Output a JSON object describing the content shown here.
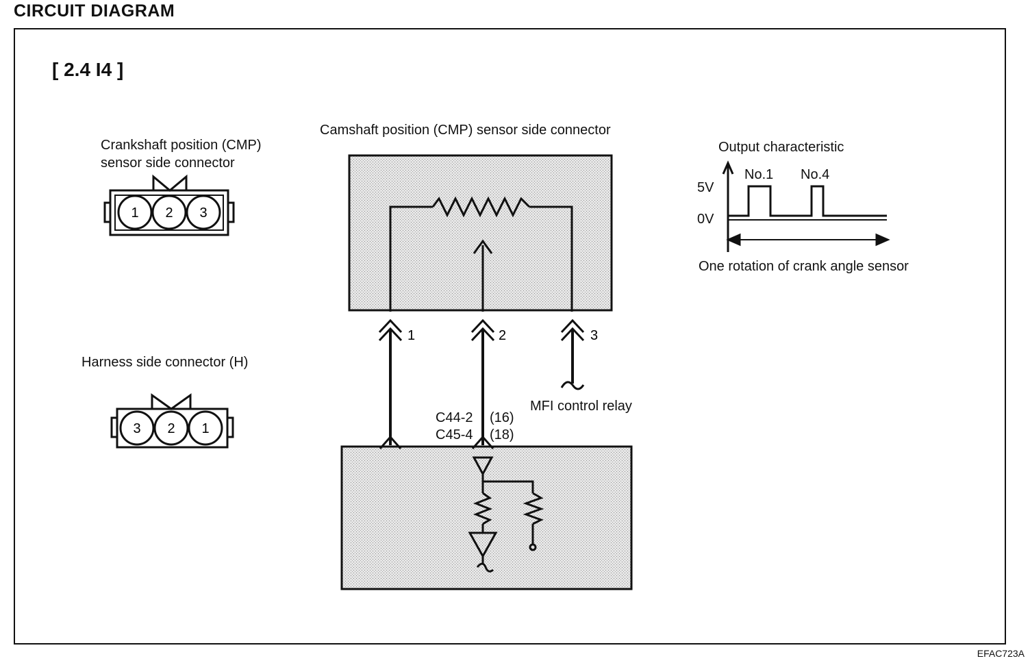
{
  "page_title": "CIRCUIT DIAGRAM",
  "variant": "[ 2.4 I4 ]",
  "crank_connector": {
    "label_line1": "Crankshaft position (CMP)",
    "label_line2": "sensor side connector",
    "pins": [
      "1",
      "2",
      "3"
    ]
  },
  "harness_connector": {
    "label": "Harness side connector (H)",
    "pins": [
      "3",
      "2",
      "1"
    ]
  },
  "cmp_sensor": {
    "label": "Camshaft position (CMP) sensor side connector",
    "terminals": [
      "1",
      "2",
      "3"
    ]
  },
  "mfi_label": "MFI control relay",
  "ecm_terminals": {
    "line1_code": "C44-2",
    "line1_pin": "(16)",
    "line2_code": "C45-4",
    "line2_pin": "(18)"
  },
  "ecm_supply": "5V",
  "output": {
    "title": "Output characteristic",
    "pulse1": "No.1",
    "pulse2": "No.4",
    "high_level": "5V",
    "low_level": "0V",
    "caption": "One rotation of crank angle sensor"
  },
  "figure_code": "EFAC723A",
  "colors": {
    "ink": "#111111",
    "shade": "#d4d4d4"
  }
}
